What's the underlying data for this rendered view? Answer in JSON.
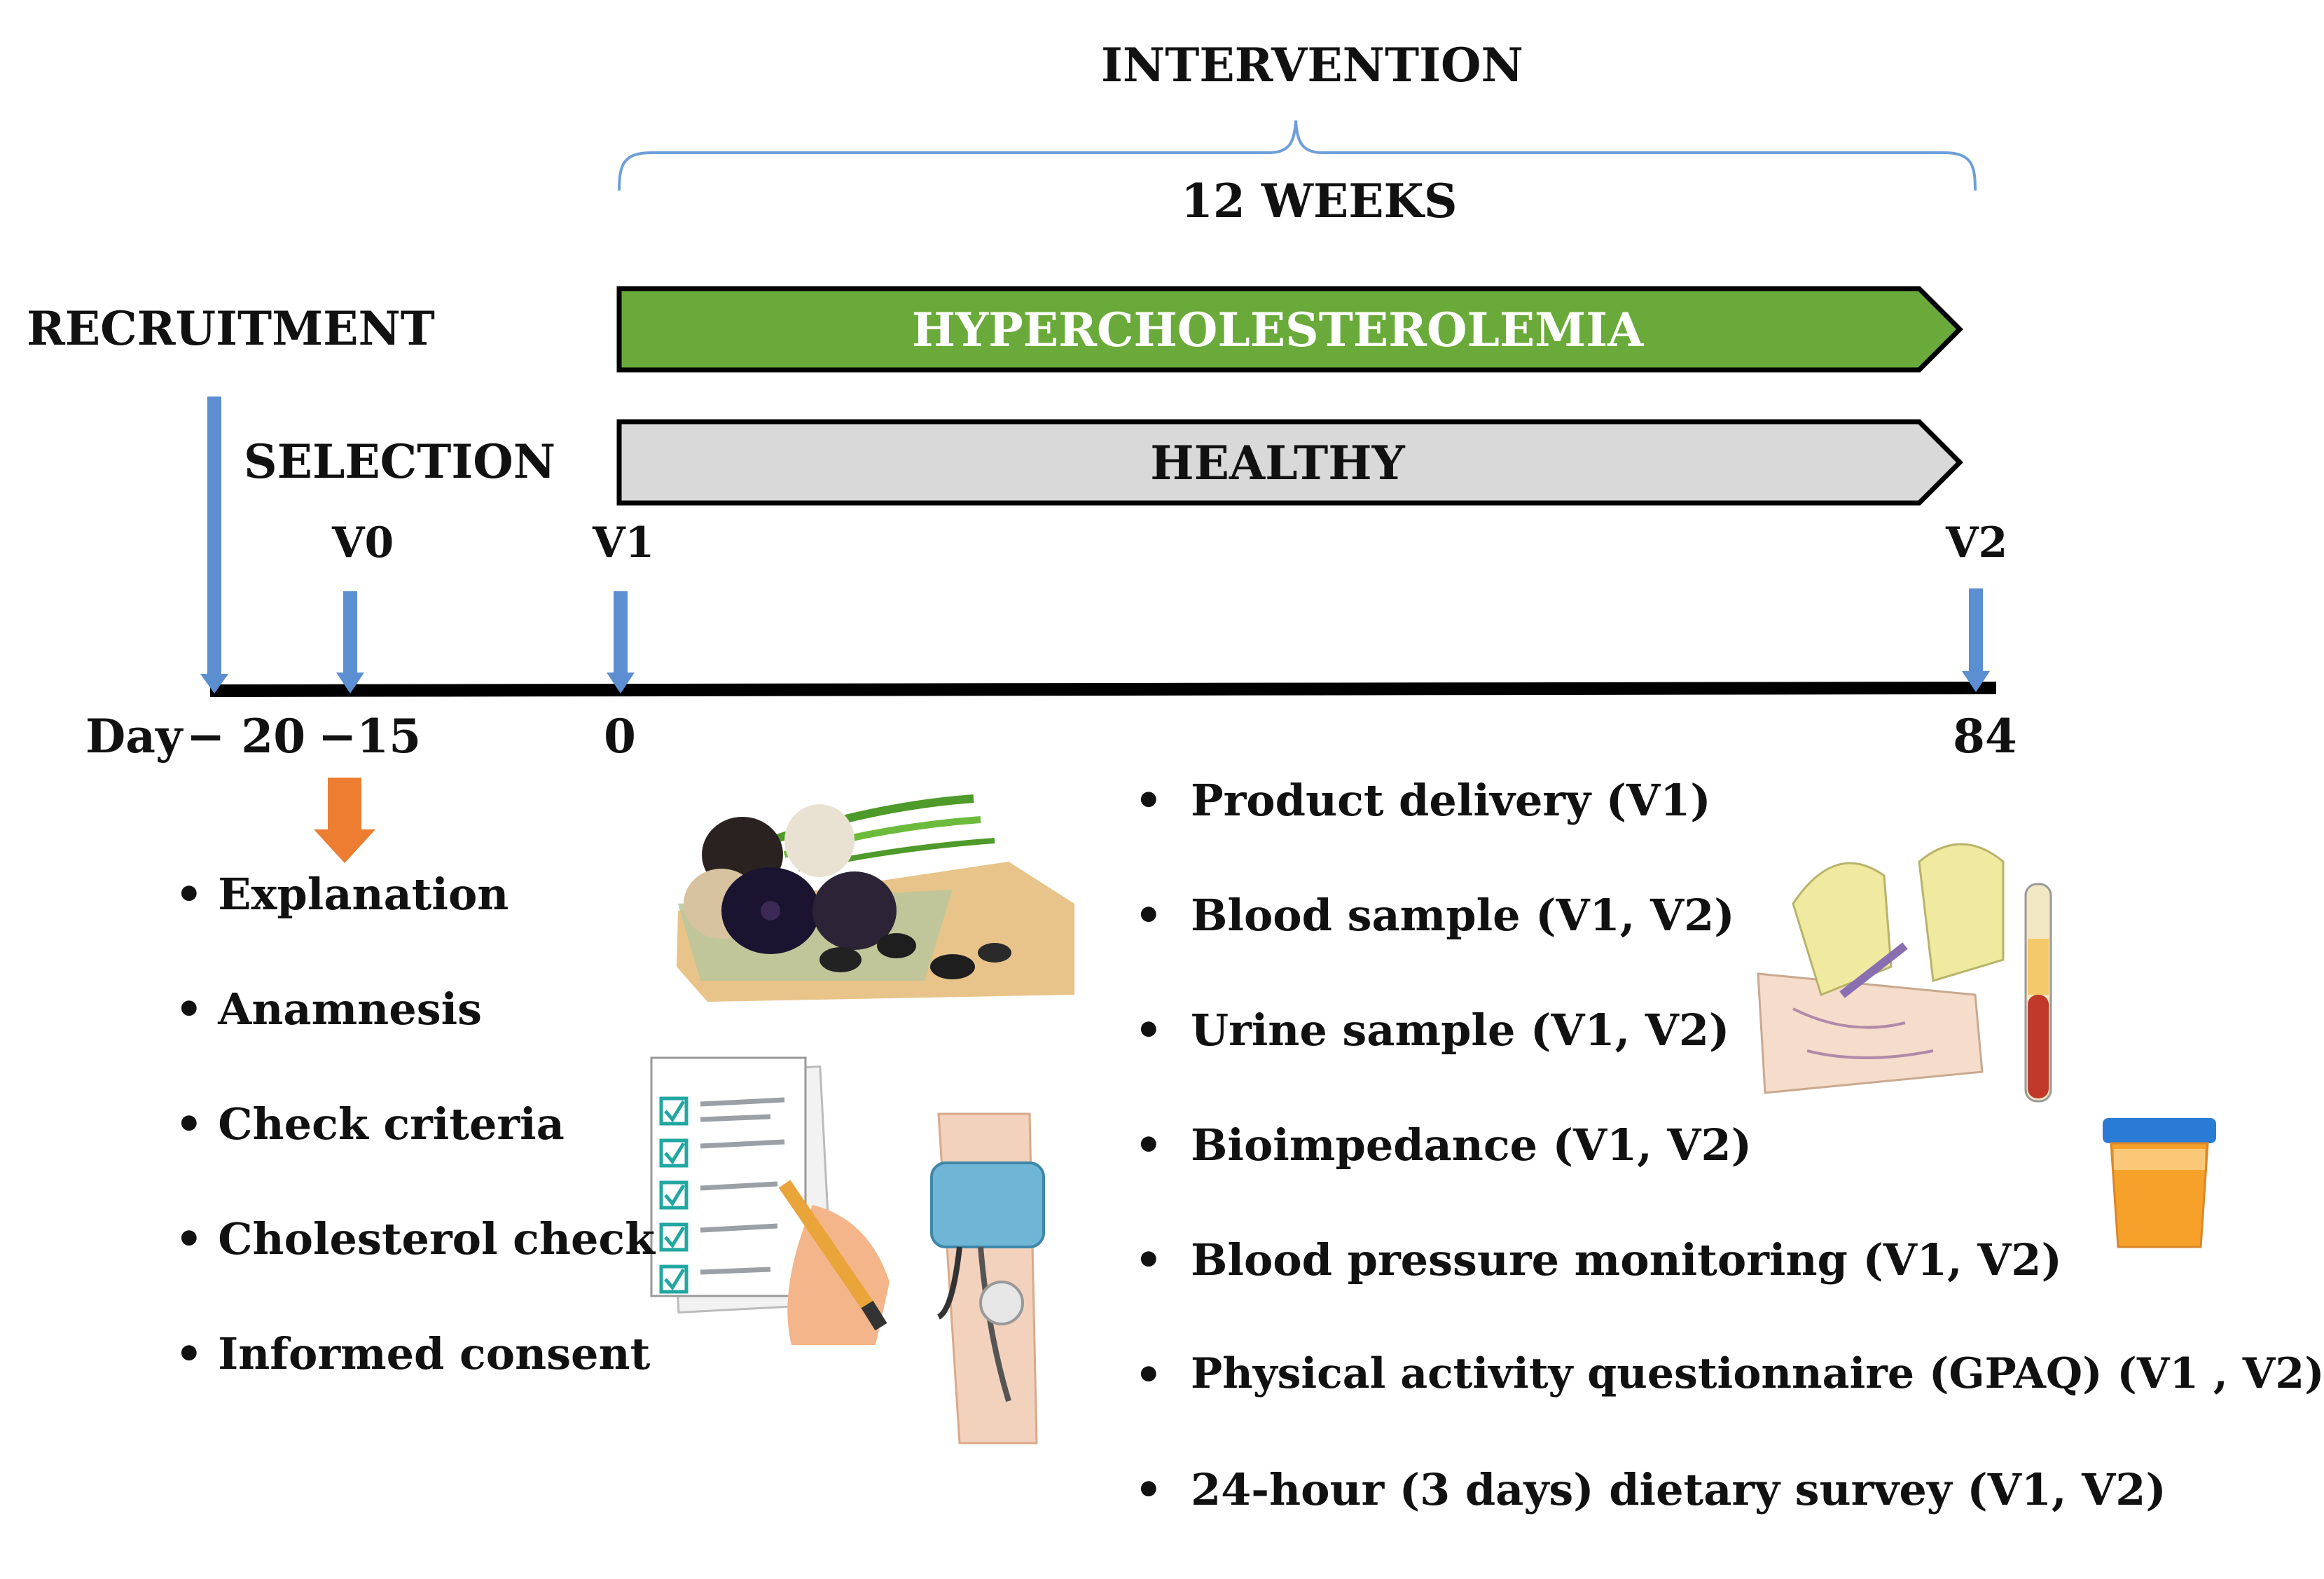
{
  "header": {
    "intervention": "INTERVENTION",
    "duration": "12 WEEKS"
  },
  "phases": {
    "recruitment": "RECRUITMENT",
    "selection": "SELECTION"
  },
  "groups": [
    {
      "label": "HYPERCHOLESTEROLEMIA",
      "color": "#6aaa3a"
    },
    {
      "label": "HEALTHY",
      "color": "#d9d9d9"
    }
  ],
  "visits": {
    "v0": "V0",
    "v1": "V1",
    "v2": "V2"
  },
  "days": {
    "prefix": "Day",
    "d_minus20": "− 20",
    "d_minus15": "−15",
    "d0": "0",
    "d84": "84"
  },
  "selection_steps": [
    "• Explanation",
    "• Anamnesis",
    "• Check criteria",
    "• Cholesterol check",
    "• Informed consent"
  ],
  "intervention_steps": [
    "Product delivery (V1)",
    "Blood sample (V1, V2)",
    "Urine sample (V1, V2)",
    "Bioimpedance  (V1, V2)",
    "Blood pressure monitoring (V1, V2)",
    "Physical activity questionnaire (GPAQ)  (V1 , V2)",
    "24-hour (3 days) dietary survey  (V1, V2)"
  ],
  "icons": {
    "garlic": "black-garlic-illustration-icon",
    "checklist": "checklist-illustration-icon",
    "blood_pressure": "blood-pressure-cuff-icon",
    "blood_draw": "blood-draw-illustration-icon",
    "urine_cup": "urine-sample-cup-icon"
  },
  "colors": {
    "arrow_blue": "#5b8fd1",
    "brace_blue": "#6f9fd8",
    "orange_arrow": "#ed7d31",
    "timeline": "#000000"
  }
}
